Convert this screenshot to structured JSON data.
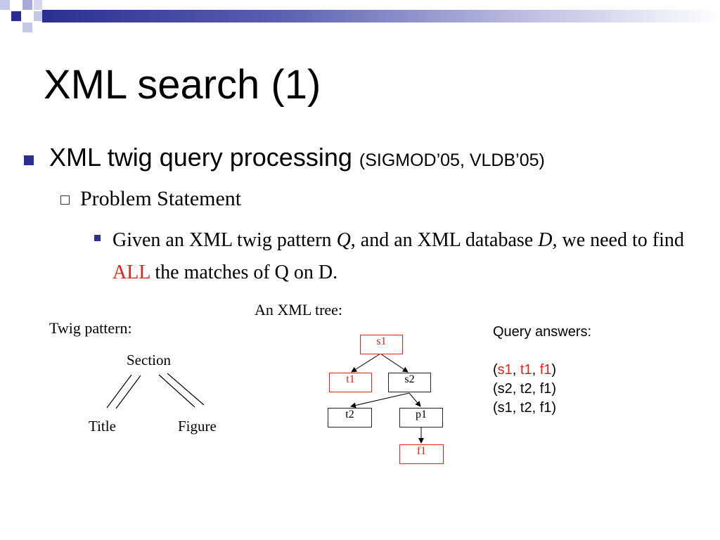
{
  "slide": {
    "title": "XML search (1)",
    "bullet1": {
      "main": "XML twig query processing",
      "note": "(SIGMOD’05, VLDB’05)"
    },
    "bullet2": "Problem Statement",
    "bullet3": {
      "t1": "Given an XML twig pattern ",
      "q": "Q",
      "t2": ", and an XML database ",
      "d": "D,",
      "t3": " we need to find ",
      "all": "ALL",
      "t4": " the matches of Q on D."
    }
  },
  "twig": {
    "label": "Twig pattern:",
    "root": "Section",
    "left": "Title",
    "right": "Figure"
  },
  "tree": {
    "label": "An XML tree:",
    "nodes": {
      "s1": "s1",
      "t1": "t1",
      "s2": "s2",
      "t2": "t2",
      "p1": "p1",
      "f1": "f1"
    }
  },
  "answers": {
    "label": "Query answers:",
    "row1": {
      "open": "(",
      "a": "s1",
      "sep1": ", ",
      "b": "t1",
      "sep2": ", ",
      "c": "f1",
      "close": ")"
    },
    "row2": "(s2, t2, f1)",
    "row3": "(s1, t2, f1)"
  },
  "colors": {
    "accent": "#2b2f8f",
    "highlight": "#e8201a"
  }
}
